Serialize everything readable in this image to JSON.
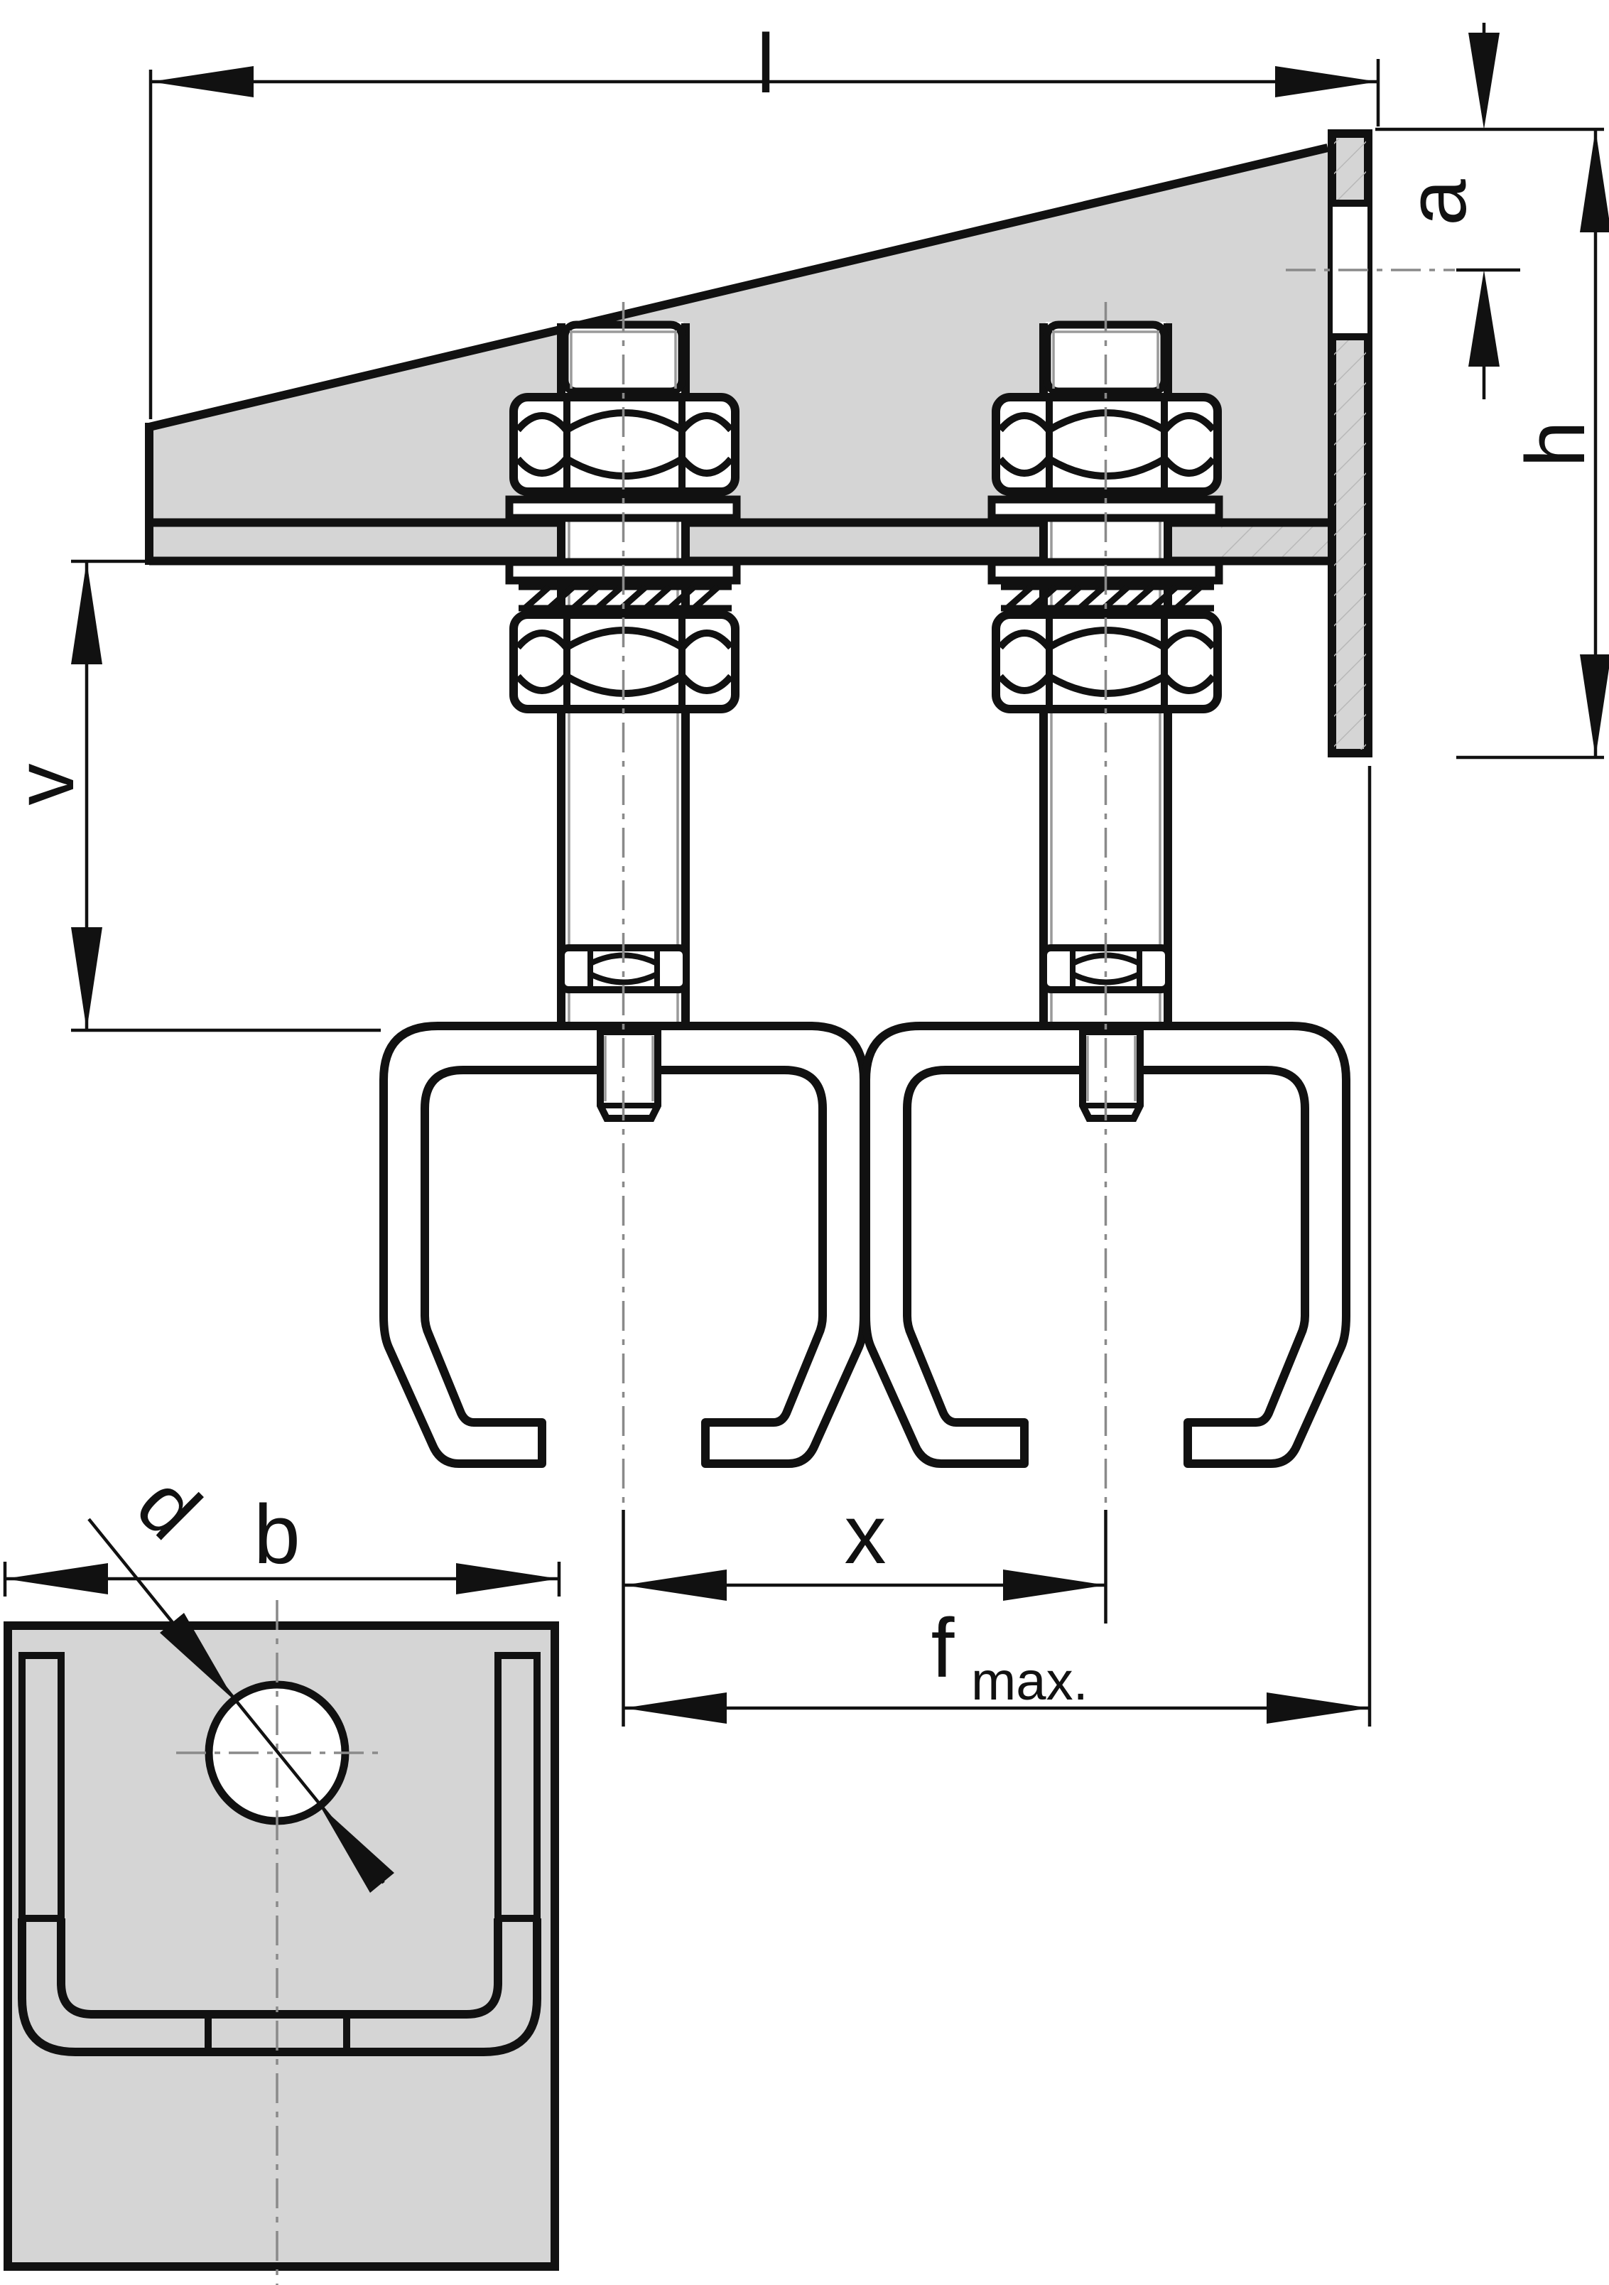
{
  "drawing": {
    "type": "technical-drawing",
    "labels": {
      "l": "l",
      "a": "a",
      "h": "h",
      "v": "v",
      "x": "x",
      "f": "f",
      "f_sub": "max.",
      "b": "b",
      "d": "d"
    },
    "colors": {
      "outline": "#111111",
      "fill_gray": "#d5d5d5",
      "centerline_gray": "#8a8a8a",
      "hatch_gray": "#b8b8b8",
      "background": "#ffffff"
    }
  }
}
